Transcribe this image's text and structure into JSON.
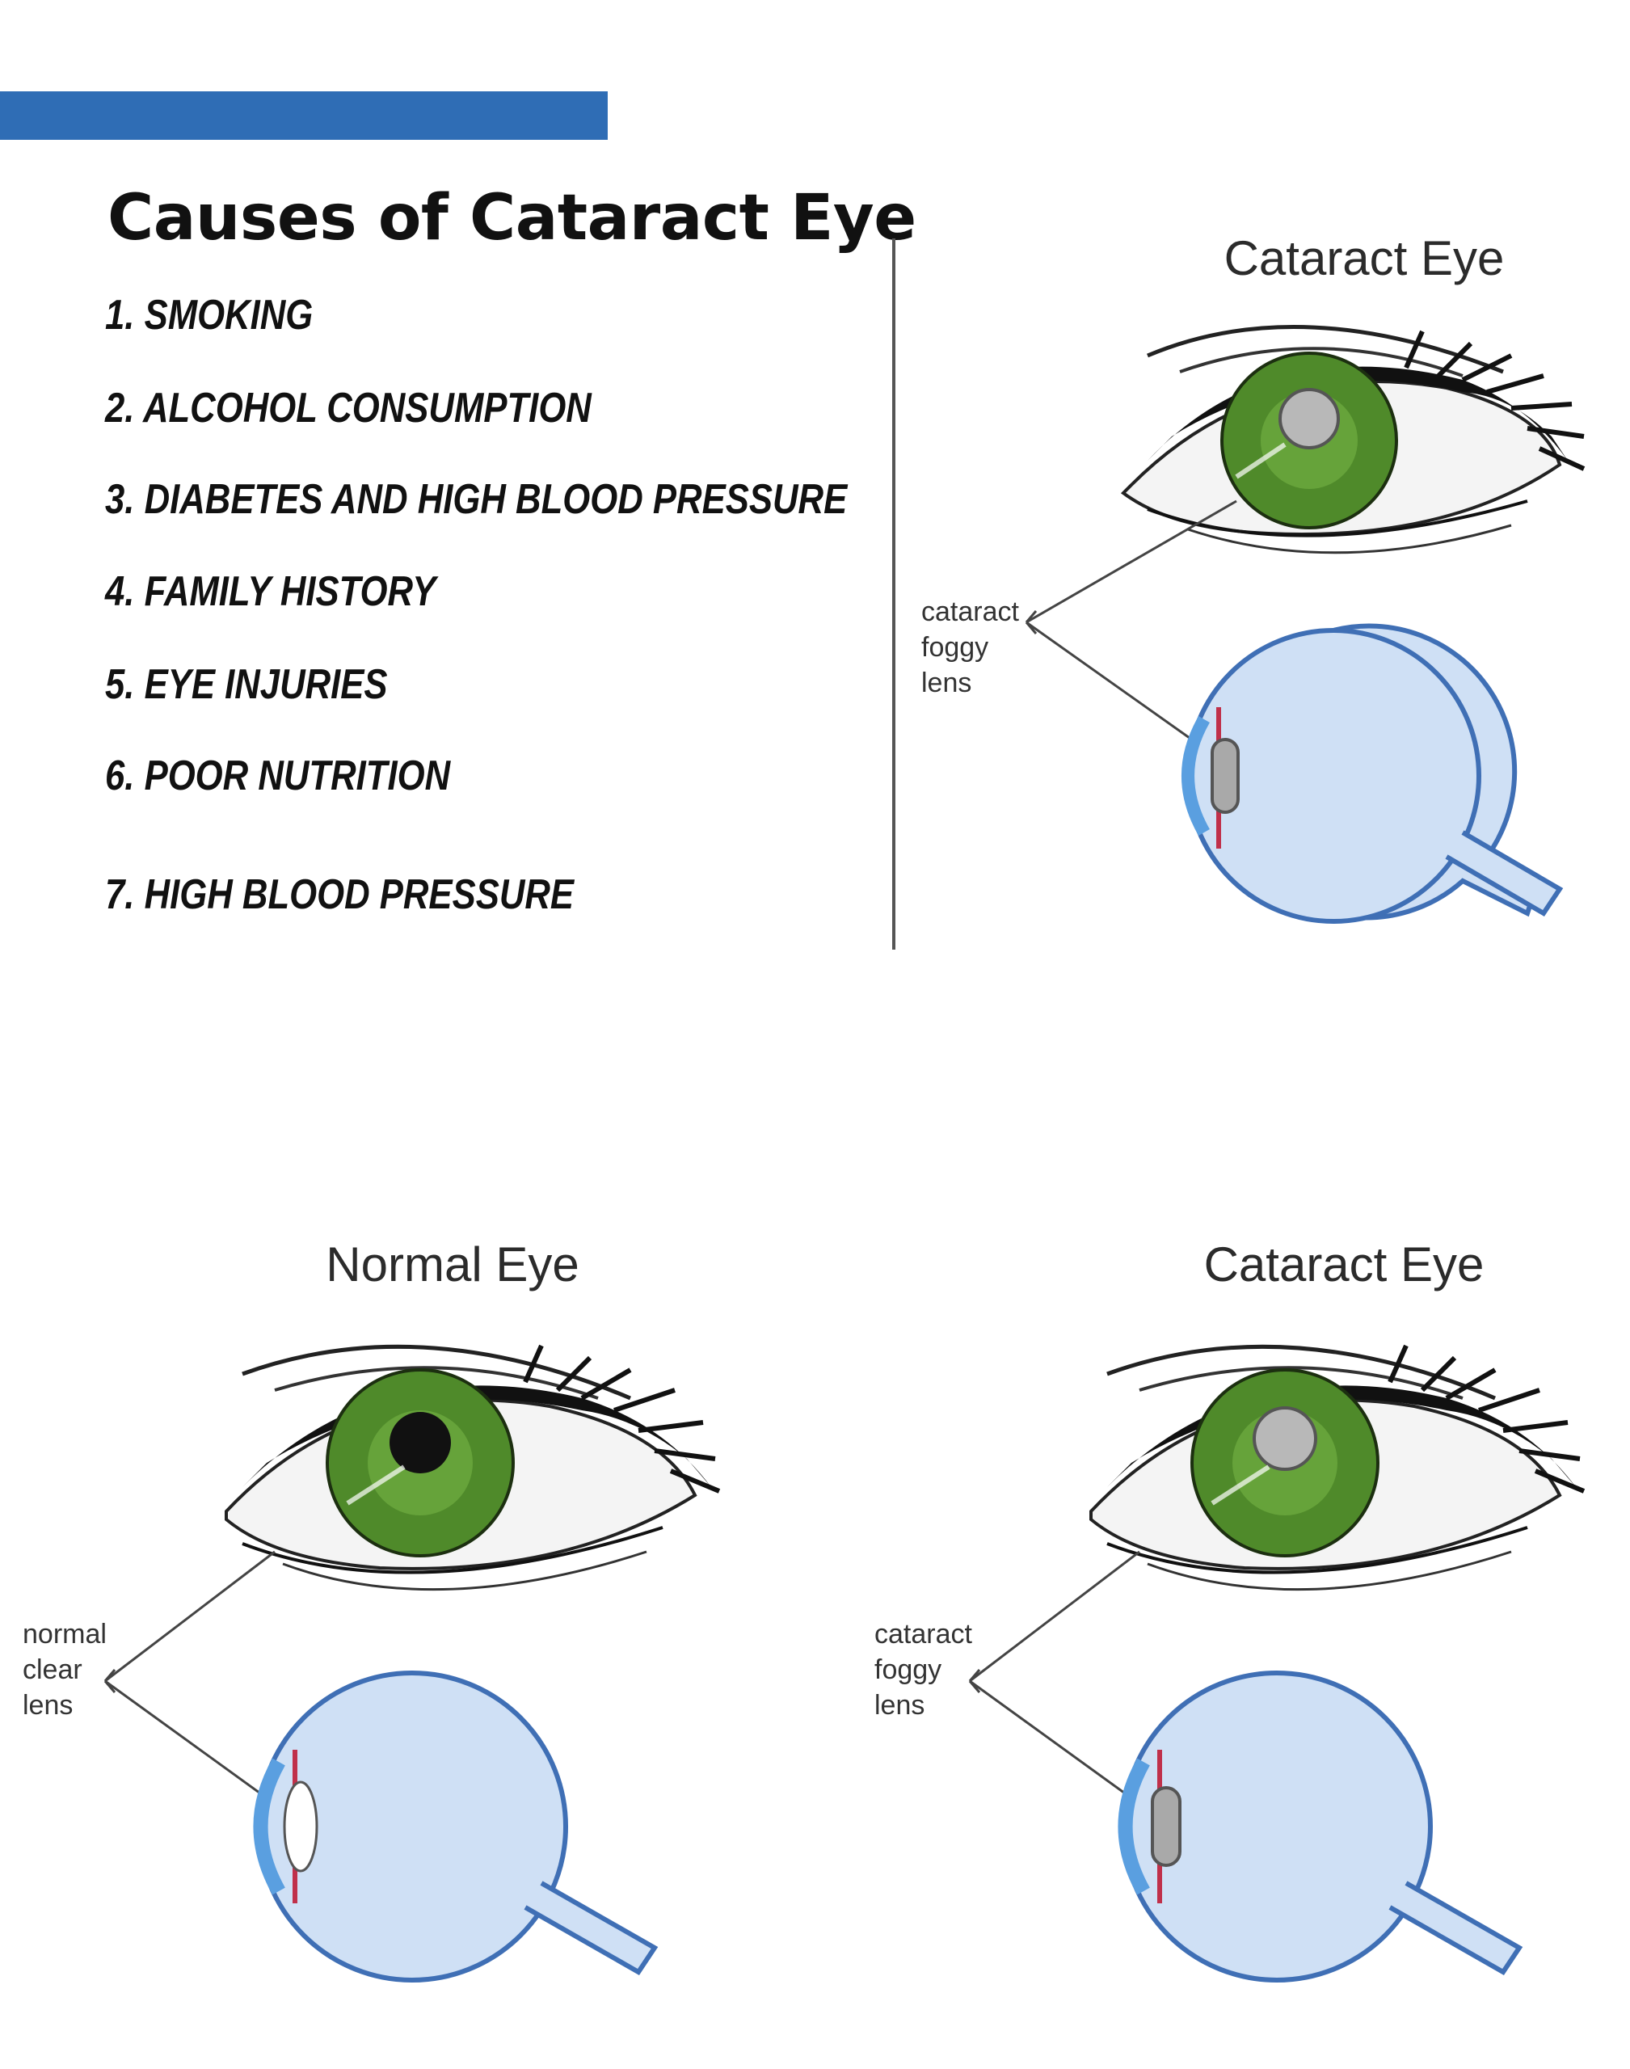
{
  "header": {
    "title": "Causes of Cataract Eye"
  },
  "causes": [
    "1. SMOKING",
    "2. ALCOHOL CONSUMPTION",
    "3. DIABETES AND HIGH BLOOD PRESSURE",
    "4. FAMILY HISTORY",
    "5. EYE INJURIES",
    "6. POOR NUTRITION",
    "7. HIGH BLOOD PRESSURE"
  ],
  "panels": {
    "top_cataract": {
      "title": "Cataract Eye",
      "label": [
        "cataract",
        "foggy",
        "lens"
      ]
    },
    "normal": {
      "title": "Normal Eye",
      "label": [
        "normal",
        "clear",
        "lens"
      ]
    },
    "bottom_cataract": {
      "title": "Cataract Eye",
      "label": [
        "cataract",
        "foggy",
        "lens"
      ]
    }
  },
  "colors": {
    "accent": "#2f6db5",
    "iris": "#4f8a2a",
    "eyeball_fill": "#cfe0f5",
    "eyeball_stroke": "#3f6fb5",
    "cornea_blue": "#5a9fe0",
    "iris_red": "#c0304a",
    "cataract_lens": "#a9a9a9"
  }
}
